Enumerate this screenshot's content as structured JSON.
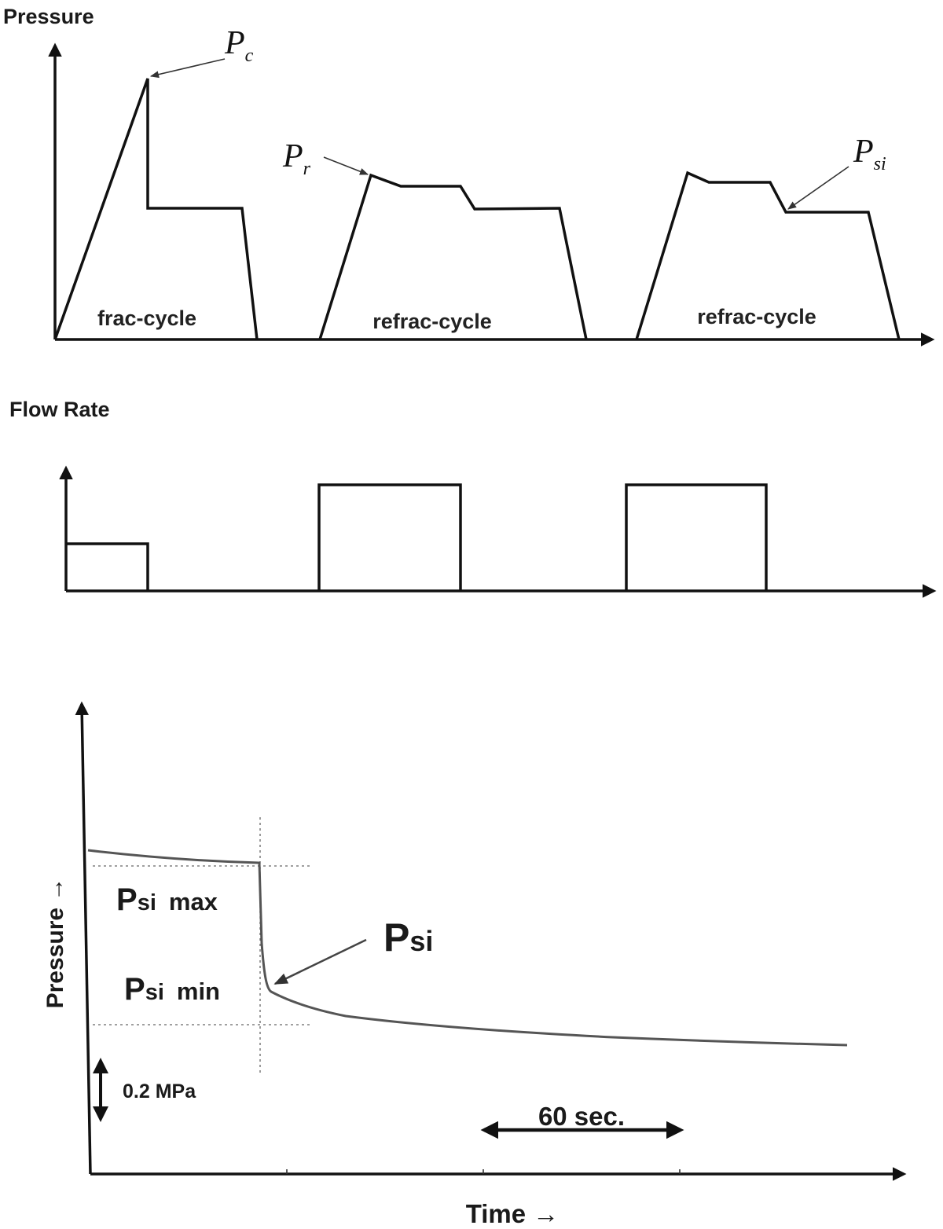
{
  "panel_pressure_cycles": {
    "y_label": "Pressure",
    "annotations": {
      "pc": {
        "base": "P",
        "sub": "c"
      },
      "pr": {
        "base": "P",
        "sub": "r"
      },
      "psi": {
        "base": "P",
        "sub": "si"
      }
    },
    "cycle_labels": [
      "frac-cycle",
      "refrac-cycle",
      "refrac-cycle"
    ]
  },
  "panel_flow_rate": {
    "y_label": "Flow Rate"
  },
  "panel_shut_in": {
    "y_label": "Pressure →",
    "x_label": "Time →",
    "psi_max": {
      "base": "P",
      "sub": "si",
      "suffix": "max"
    },
    "psi_min": {
      "base": "P",
      "sub": "si",
      "suffix": "min"
    },
    "psi_callout": {
      "base": "P",
      "sub": "si"
    },
    "pressure_scale": "0.2 MPa",
    "time_scale": "60 sec."
  }
}
